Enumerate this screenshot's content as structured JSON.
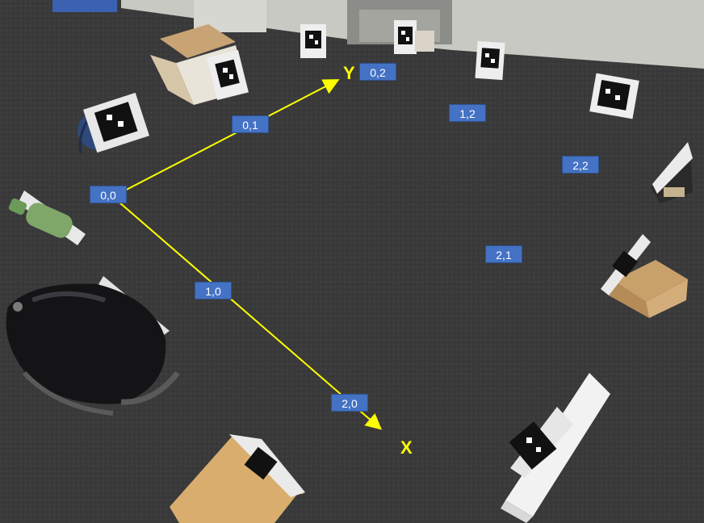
{
  "axes": {
    "x_label": "X",
    "y_label": "Y",
    "color": "#ffff00"
  },
  "grid_points": [
    {
      "label": "0,0"
    },
    {
      "label": "0,1"
    },
    {
      "label": "0,2"
    },
    {
      "label": "1,0"
    },
    {
      "label": "1,2"
    },
    {
      "label": "2,0"
    },
    {
      "label": "2,1"
    },
    {
      "label": "2,2"
    }
  ],
  "label_style": {
    "background": "#4472c4",
    "text_color": "#ffffff"
  },
  "scene_objects": [
    {
      "name": "aruco-marker"
    },
    {
      "name": "cardboard-box"
    },
    {
      "name": "backpack"
    },
    {
      "name": "water-bottle"
    },
    {
      "name": "tablet-box"
    }
  ]
}
